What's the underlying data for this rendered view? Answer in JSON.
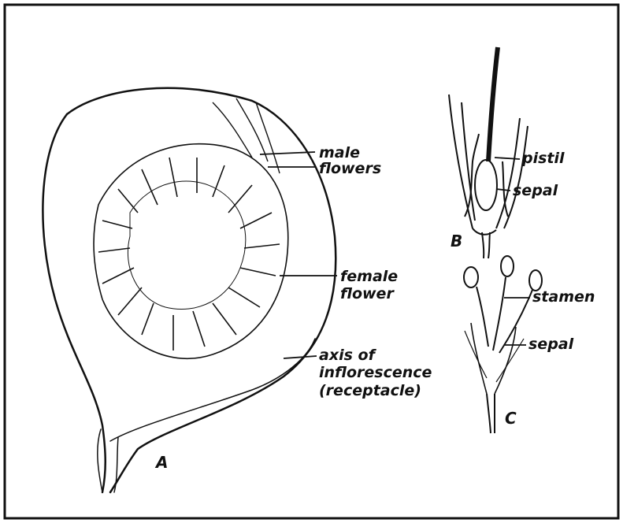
{
  "labels": {
    "male_line1": "male",
    "male_line2": "flowers",
    "female_line1": "female",
    "female_line2": "flower",
    "axis_line1": "axis of",
    "axis_line2": "inflorescence",
    "axis_line3": "(receptacle)",
    "pistil": "pistil",
    "sepal_b": "sepal",
    "stamen": "stamen",
    "sepal_c": "sepal"
  },
  "panels": {
    "a": "A",
    "b": "B",
    "c": "C"
  },
  "colors": {
    "ink": "#111111",
    "background": "#ffffff"
  }
}
